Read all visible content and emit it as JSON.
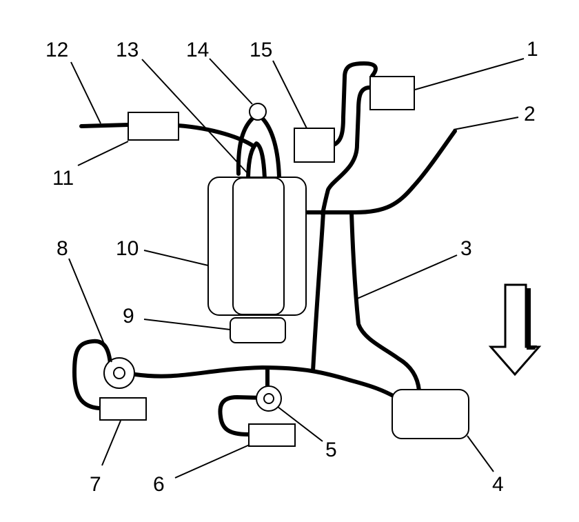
{
  "labels": {
    "l1": "1",
    "l2": "2",
    "l3": "3",
    "l4": "4",
    "l5": "5",
    "l6": "6",
    "l7": "7",
    "l8": "8",
    "l9": "9",
    "l10": "10",
    "l11": "11",
    "l12": "12",
    "l13": "13",
    "l14": "14",
    "l15": "15"
  },
  "icons": {
    "direction_arrow": "down-arrow-icon"
  }
}
